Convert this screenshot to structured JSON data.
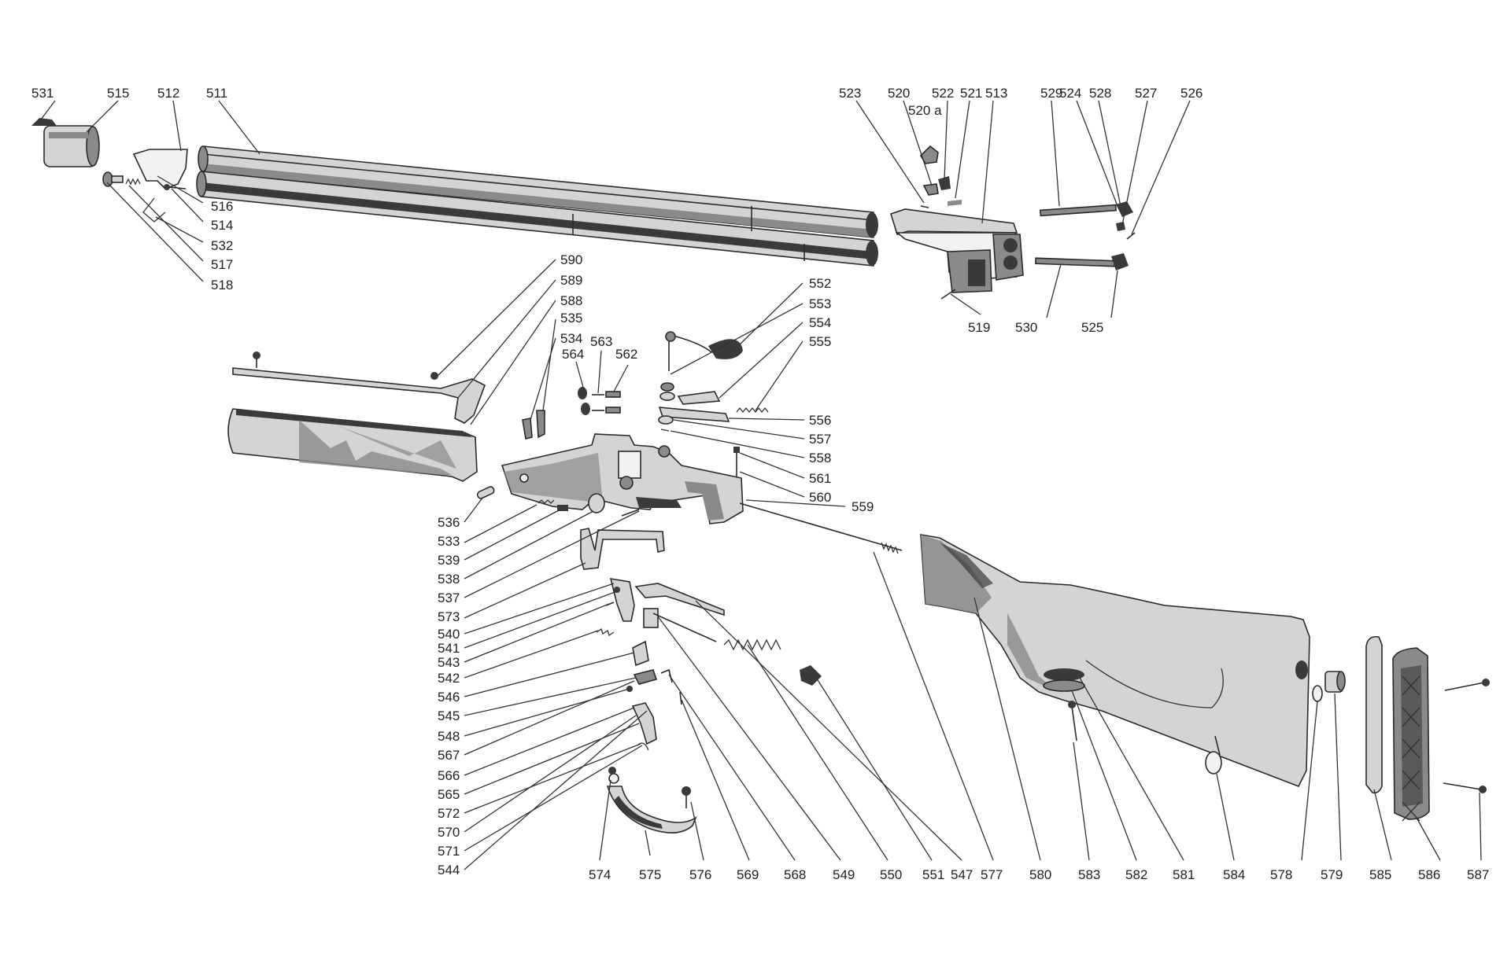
{
  "labels": {
    "l531": "531",
    "l515": "515",
    "l512": "512",
    "l511": "511",
    "l516": "516",
    "l514": "514",
    "l532": "532",
    "l517": "517",
    "l518": "518",
    "l523": "523",
    "l520": "520",
    "l522": "522",
    "l521": "521",
    "l513": "513",
    "l520a": "520 a",
    "l529": "529",
    "l524": "524",
    "l528": "528",
    "l527": "527",
    "l526": "526",
    "l519": "519",
    "l530": "530",
    "l525": "525",
    "l590": "590",
    "l589": "589",
    "l588": "588",
    "l535": "535",
    "l534": "534",
    "l563": "563",
    "l564": "564",
    "l562": "562",
    "l552": "552",
    "l553": "553",
    "l554": "554",
    "l555": "555",
    "l556": "556",
    "l557": "557",
    "l558": "558",
    "l561": "561",
    "l560": "560",
    "l559": "559",
    "l536": "536",
    "l533": "533",
    "l539": "539",
    "l538": "538",
    "l537": "537",
    "l573": "573",
    "l540": "540",
    "l541": "541",
    "l543": "543",
    "l542": "542",
    "l546": "546",
    "l545": "545",
    "l548": "548",
    "l567": "567",
    "l566": "566",
    "l565": "565",
    "l572": "572",
    "l570": "570",
    "l571": "571",
    "l544": "544",
    "l574": "574",
    "l575": "575",
    "l576": "576",
    "l569": "569",
    "l568": "568",
    "l549": "549",
    "l550": "550",
    "l551": "551",
    "l547": "547",
    "l577": "577",
    "l580": "580",
    "l583": "583",
    "l582": "582",
    "l581": "581",
    "l584": "584",
    "l578": "578",
    "l579": "579",
    "l585": "585",
    "l586": "586",
    "l587": "587"
  }
}
